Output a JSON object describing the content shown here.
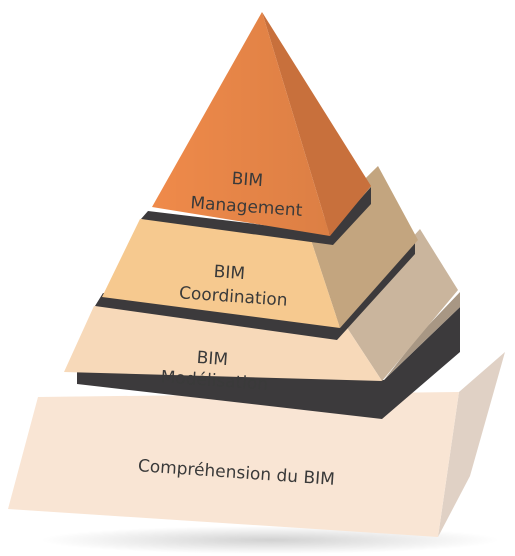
{
  "diagram": {
    "levels": [
      {
        "id": "management",
        "label_line1": "BIM",
        "label_line2": "Management",
        "front_color": "#ef8a4a",
        "side_color": "#c8703c",
        "edge_color": "#3c3a3c"
      },
      {
        "id": "coordination",
        "label_line1": "BIM",
        "label_line2": "Coordination",
        "front_color": "#f6c98f",
        "side_color": "#c3a57f",
        "edge_color": "#3c3a3c"
      },
      {
        "id": "modelisation",
        "label_line1": "BIM",
        "label_line2": "Modélisation",
        "front_color": "#f7d9b9",
        "side_color": "#cab59d",
        "edge_color": "#3c3a3c"
      },
      {
        "id": "comprehension",
        "label_line1": "Compréhension du BIM",
        "front_color": "#f9e5d4",
        "side_color": "#e0d1c5"
      }
    ]
  }
}
